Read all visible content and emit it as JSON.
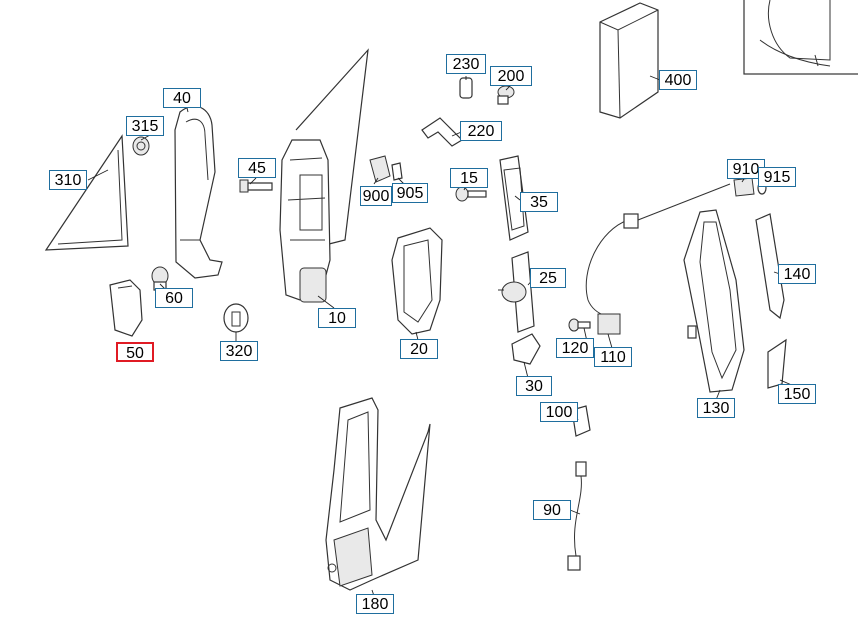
{
  "callouts": {
    "p310": "310",
    "p315": "315",
    "p40": "40",
    "p45": "45",
    "p60": "60",
    "p50": "50",
    "p320": "320",
    "p10": "10",
    "p20": "20",
    "p230": "230",
    "p200": "200",
    "p220": "220",
    "p900": "900",
    "p905": "905",
    "p15": "15",
    "p35": "35",
    "p25": "25",
    "p30": "30",
    "p400": "400",
    "p910": "910",
    "p915": "915",
    "p140": "140",
    "p120": "120",
    "p110": "110",
    "p130": "130",
    "p150": "150",
    "p100": "100",
    "p90": "90",
    "p180": "180"
  },
  "highlight_color": "#e01b24",
  "callout_color": "#1f6e9e"
}
